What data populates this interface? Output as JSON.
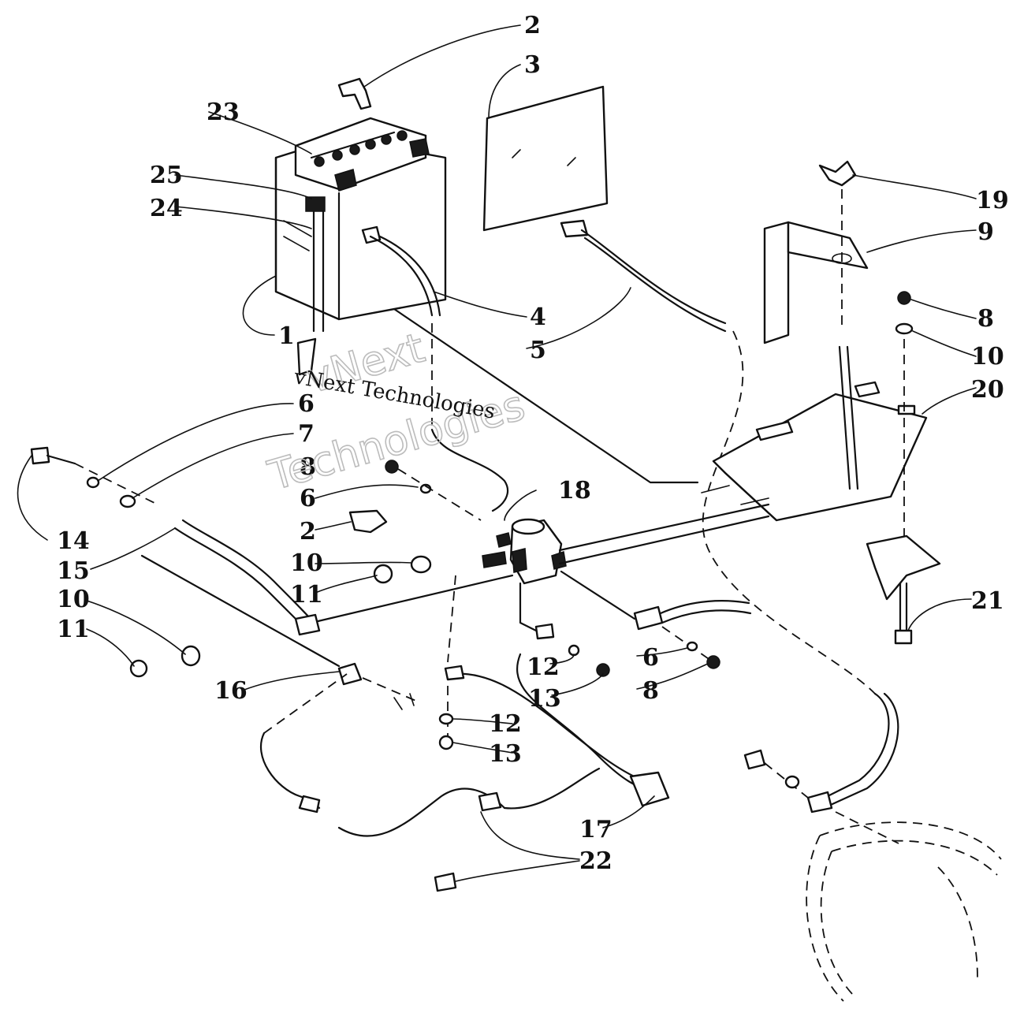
{
  "diagram": {
    "callouts": [
      "2",
      "3",
      "23",
      "25",
      "24",
      "19",
      "9",
      "8",
      "10",
      "1",
      "4",
      "5",
      "20",
      "6",
      "7",
      "8",
      "6",
      "18",
      "2",
      "10",
      "11",
      "14",
      "15",
      "10",
      "11",
      "16",
      "12",
      "13",
      "6",
      "8",
      "21",
      "12",
      "13",
      "17",
      "22"
    ]
  },
  "watermark": {
    "line_top": "vNext",
    "line_main": "vNext Technologies",
    "line_bottom": "Technologies"
  }
}
